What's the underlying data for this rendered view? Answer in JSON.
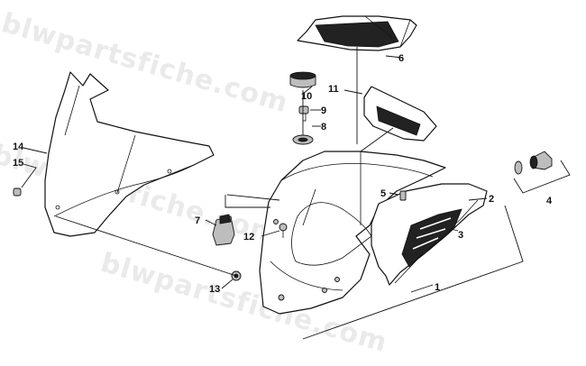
{
  "watermark": "blwpartsfiche.com",
  "callouts": {
    "c1": "1",
    "c2": "2",
    "c3": "3",
    "c4": "4",
    "c5": "5",
    "c6": "6",
    "c7": "7",
    "c8": "8",
    "c9": "9",
    "c10": "10",
    "c11": "11",
    "c12": "12",
    "c13": "13",
    "c14": "14",
    "c15": "15"
  }
}
